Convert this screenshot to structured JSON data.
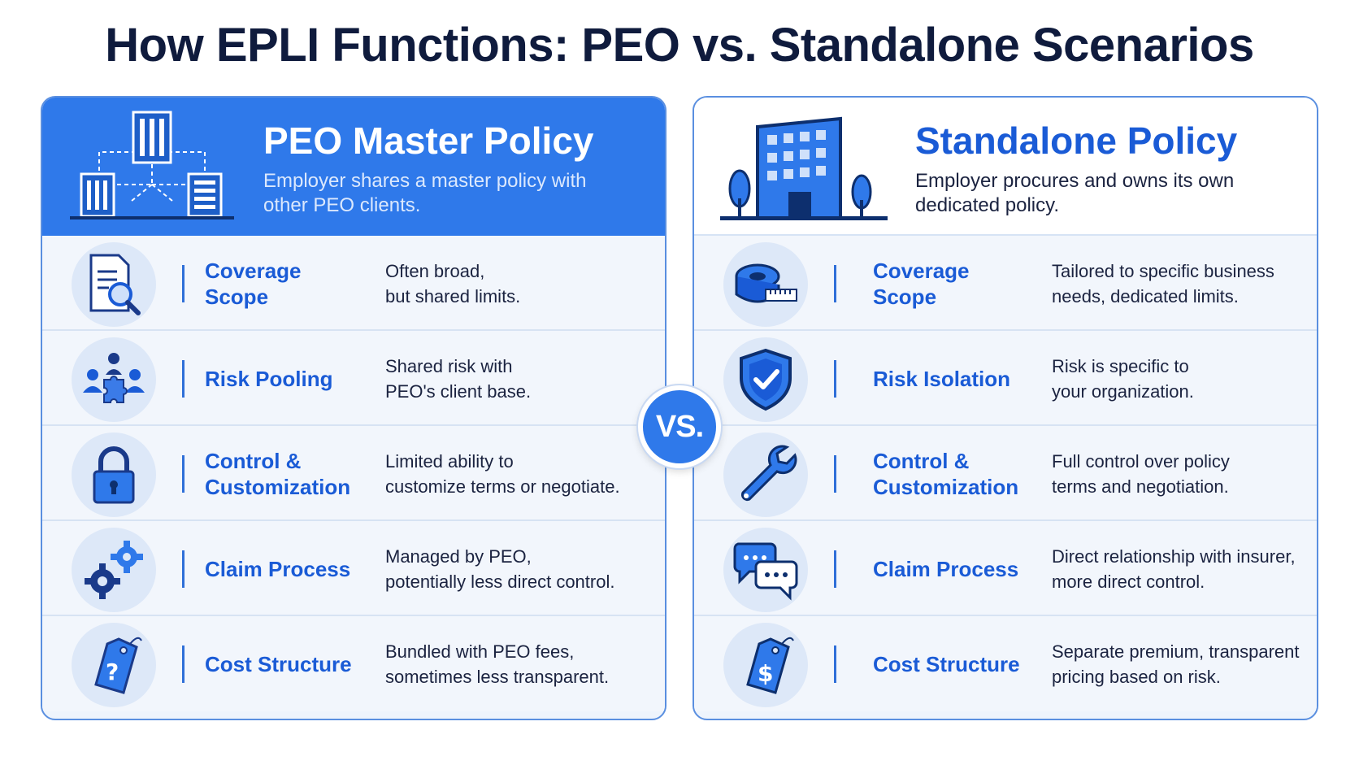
{
  "title": "How EPLI Functions: PEO vs. Standalone Scenarios",
  "vs_label": "VS.",
  "colors": {
    "primary": "#2f79ea",
    "accent_text": "#1a5bd6",
    "dark_text": "#0f1b3d"
  },
  "left": {
    "title": "PEO Master Policy",
    "subtitle": "Employer shares a master policy with other PEO clients.",
    "header_icon": "connected-buildings-icon",
    "rows": [
      {
        "label": "Coverage Scope",
        "desc": "Often broad,\nbut shared limits.",
        "icon": "document-search-icon"
      },
      {
        "label": "Risk Pooling",
        "desc": "Shared risk with\nPEO's client base.",
        "icon": "people-puzzle-icon"
      },
      {
        "label": "Control & Customization",
        "desc": "Limited ability to\ncustomize terms or negotiate.",
        "icon": "padlock-icon"
      },
      {
        "label": "Claim Process",
        "desc": "Managed by PEO,\npotentially less direct control.",
        "icon": "gears-icon"
      },
      {
        "label": "Cost Structure",
        "desc": "Bundled with PEO fees,\nsometimes less transparent.",
        "icon": "price-tag-question-icon"
      }
    ]
  },
  "right": {
    "title": "Standalone Policy",
    "subtitle": "Employer procures and owns its own dedicated policy.",
    "header_icon": "office-building-icon",
    "rows": [
      {
        "label": "Coverage Scope",
        "desc": "Tailored to specific business\nneeds, dedicated limits.",
        "icon": "measuring-tape-icon"
      },
      {
        "label": "Risk Isolation",
        "desc": "Risk is specific to\nyour organization.",
        "icon": "shield-check-icon"
      },
      {
        "label": "Control & Customization",
        "desc": "Full control over policy\nterms and negotiation.",
        "icon": "wrench-icon"
      },
      {
        "label": "Claim Process",
        "desc": "Direct relationship with insurer,\nmore direct control.",
        "icon": "chat-bubbles-icon"
      },
      {
        "label": "Cost Structure",
        "desc": "Separate premium, transparent\npricing based on risk.",
        "icon": "price-tag-dollar-icon"
      }
    ]
  }
}
